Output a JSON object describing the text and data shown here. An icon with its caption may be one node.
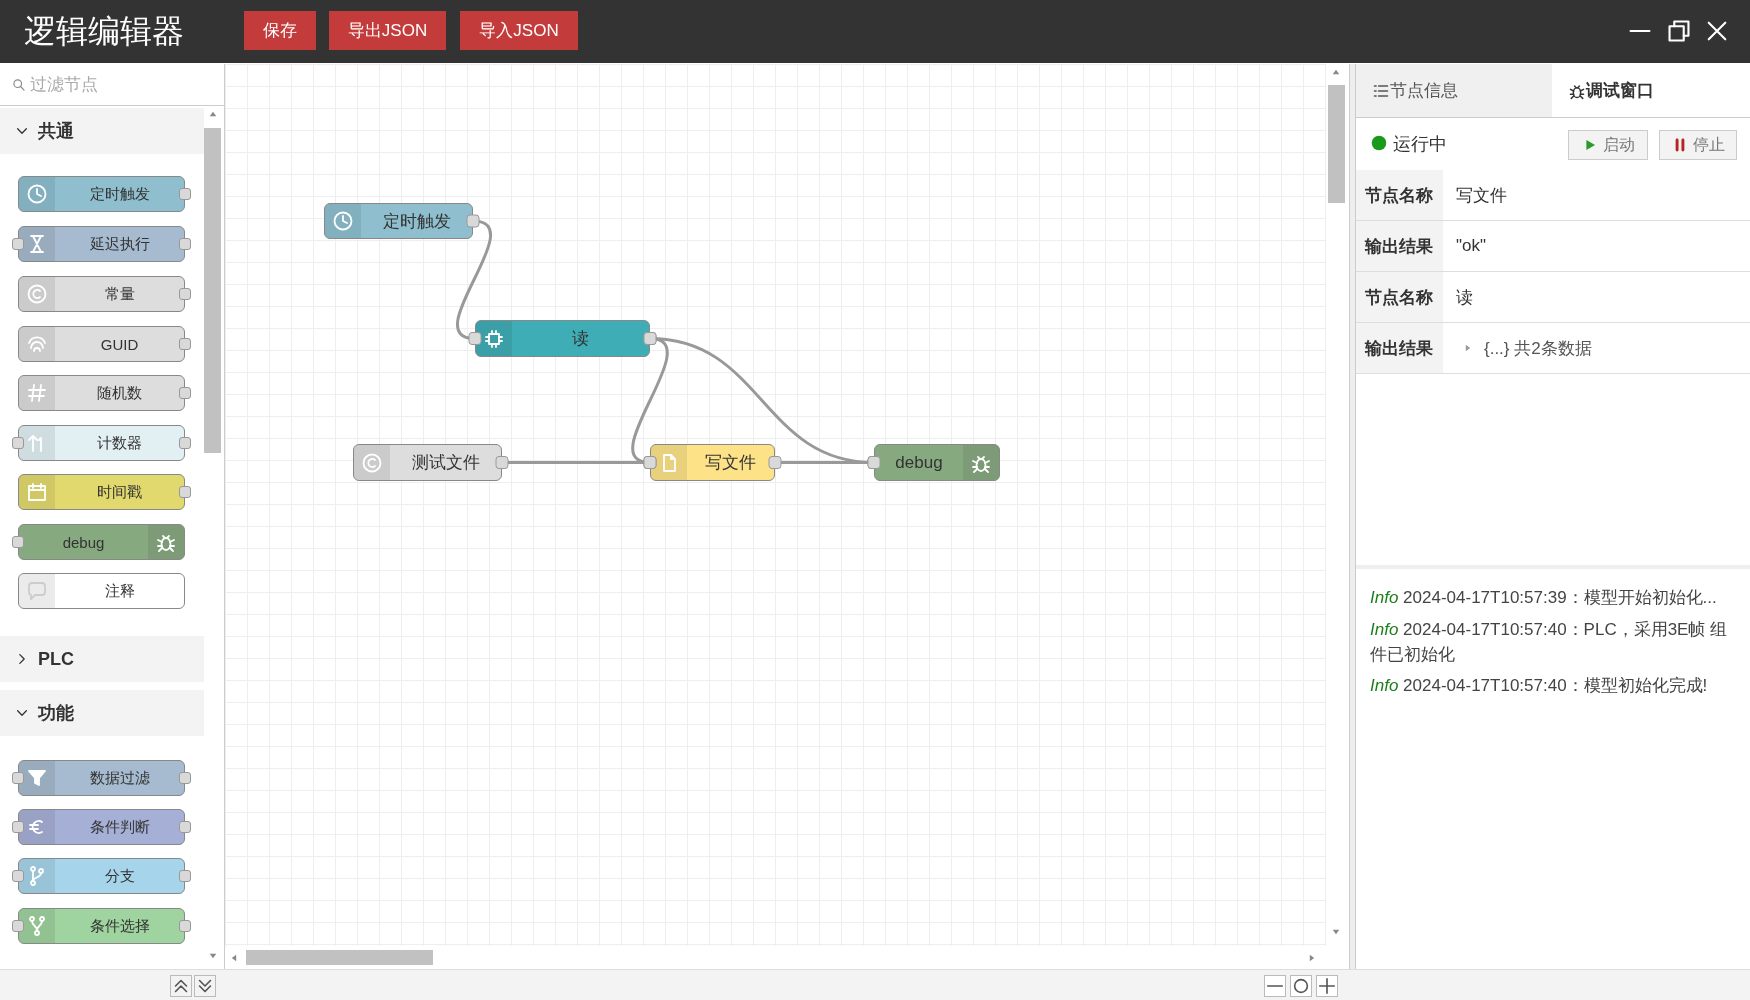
{
  "diagram": {
    "title": "逻辑编辑器",
    "nodes": [
      {
        "text": [
          "定时触发"
        ]
      },
      {
        "text": [
          "读"
        ]
      },
      {
        "text": [
          "测试文件"
        ]
      },
      {
        "text": [
          "写文件"
        ]
      },
      {
        "text": [
          "debug"
        ]
      },
      {
        "text": [
          "定时触发"
        ]
      },
      {
        "text": [
          "延迟执行"
        ]
      },
      {
        "text": [
          "常量"
        ]
      },
      {
        "text": [
          "GUID"
        ]
      },
      {
        "text": [
          "随机数"
        ]
      },
      {
        "text": [
          "计数器"
        ]
      },
      {
        "text": [
          "时间戳"
        ]
      },
      {
        "text": [
          "debug"
        ]
      },
      {
        "text": [
          "注释"
        ]
      },
      {
        "text": [
          "数据过滤"
        ]
      },
      {
        "text": [
          "条件判断"
        ]
      },
      {
        "text": [
          "分支"
        ]
      },
      {
        "text": [
          "条件选择"
        ]
      }
    ],
    "edges": [
      {
        "from": 0,
        "to": 1,
        "arrow": "other"
      },
      {
        "from": 1,
        "to": 3,
        "arrow": "other"
      },
      {
        "from": 1,
        "to": 4,
        "arrow": "other"
      },
      {
        "from": 2,
        "to": 3,
        "arrow": "other"
      },
      {
        "from": 3,
        "to": 4,
        "arrow": "other"
      }
    ],
    "labels": [
      "保存",
      "导出JSON",
      "导入JSON",
      "过滤节点",
      "共通",
      "PLC",
      "功能",
      "节点信息",
      "调试窗口",
      "运行中",
      "启动",
      "停止",
      "节点名称",
      "写文件",
      "输出结果",
      "\"ok\"",
      "节点名称",
      "读",
      "输出结果",
      "{...} 共2条数据",
      "*Info* 2024-04-17T10:57:39：模型开始初始化...",
      "*Info* 2024-04-17T10:57:40：PLC，采用3E帧 组件已初始化",
      "*Info* 2024-04-17T10:57:40：模型初始化完成!"
    ]
  }
}
